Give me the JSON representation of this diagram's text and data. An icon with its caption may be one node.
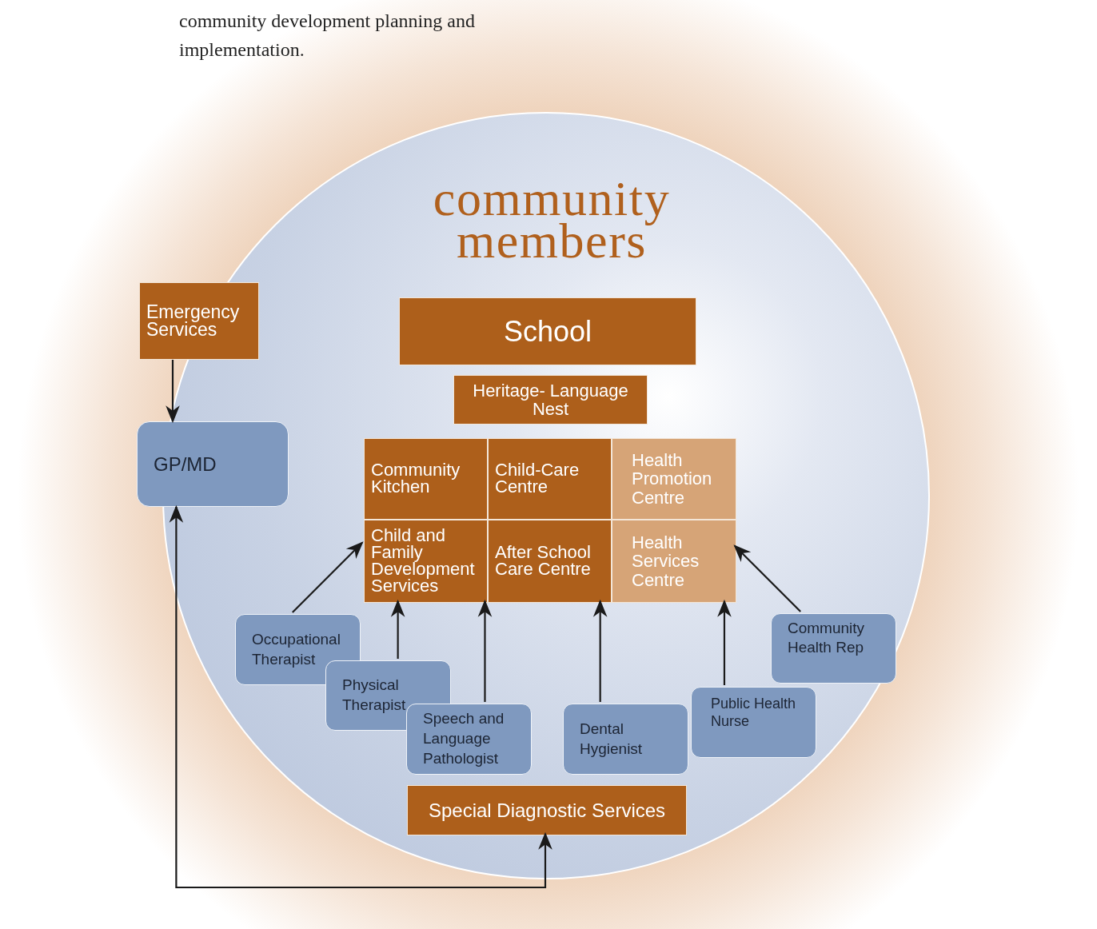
{
  "diagram": {
    "nodes": [
      {
        "text": [
          "community members"
        ]
      },
      {
        "text": [
          "Emergency Services"
        ]
      },
      {
        "text": [
          "GP/MD"
        ]
      },
      {
        "text": [
          "School"
        ],
        "in": 0
      },
      {
        "text": [
          "Heritage- Language Nest"
        ],
        "in": 0
      },
      {
        "text": [
          "Community Kitchen"
        ],
        "in": 0
      },
      {
        "text": [
          "Child-Care Centre"
        ],
        "in": 0
      },
      {
        "text": [
          "Health Promotion Centre"
        ],
        "in": 0
      },
      {
        "text": [
          "Child and Family Development Services"
        ],
        "in": 0
      },
      {
        "text": [
          "After School Care Centre"
        ],
        "in": 0
      },
      {
        "text": [
          "Health Services Centre"
        ],
        "in": 0
      },
      {
        "text": [
          "Occupational Therapist"
        ],
        "in": 0
      },
      {
        "text": [
          "Physical Therapist"
        ],
        "in": 0
      },
      {
        "text": [
          "Speech and Language Pathologist"
        ],
        "in": 0
      },
      {
        "text": [
          "Dental Hygienist"
        ],
        "in": 0
      },
      {
        "text": [
          "Public Health Nurse"
        ],
        "in": 0
      },
      {
        "text": [
          "Community Health Rep"
        ],
        "in": 0
      },
      {
        "text": [
          "Special Diagnostic Services"
        ],
        "in": 0
      }
    ],
    "edges": [
      {
        "from": 1,
        "to": 2,
        "arrow": "to"
      },
      {
        "from": 2,
        "to": 17,
        "arrow": "both"
      },
      {
        "from": 11,
        "to": 8,
        "arrow": "to"
      },
      {
        "from": 12,
        "to": 8,
        "arrow": "to"
      },
      {
        "from": 13,
        "to": 8,
        "arrow": "to"
      },
      {
        "from": 14,
        "to": 9,
        "arrow": "to"
      },
      {
        "from": 15,
        "to": 10,
        "arrow": "to"
      },
      {
        "from": 16,
        "to": 10,
        "arrow": "to"
      }
    ],
    "labels": [
      "community development planning and implementation."
    ]
  }
}
